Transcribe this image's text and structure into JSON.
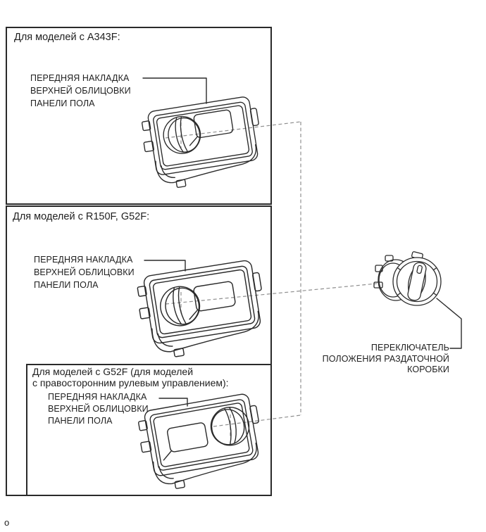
{
  "page": {
    "background_color": "#ffffff",
    "line_color": "#2a2a2a",
    "dash_color": "#8f8f8f",
    "text_color": "#1f1f1f",
    "footer_char": "o"
  },
  "boxes": [
    {
      "title_lines": [
        "Для моделей с A343F:"
      ],
      "part_label_lines": [
        "ПЕРЕДНЯЯ НАКЛАДКА",
        "ВЕРХНЕЙ ОБЛИЦОВКИ",
        "ПАНЕЛИ ПОЛА"
      ]
    },
    {
      "title_lines": [
        "Для моделей с R150F, G52F:"
      ],
      "part_label_lines": [
        "ПЕРЕДНЯЯ НАКЛАДКА",
        "ВЕРХНЕЙ ОБЛИЦОВКИ",
        "ПАНЕЛИ ПОЛА"
      ]
    },
    {
      "title_lines": [
        "Для моделей с G52F (для моделей",
        "с правосторонним рулевым управлением):"
      ],
      "part_label_lines": [
        "ПЕРЕДНЯЯ НАКЛАДКА",
        "ВЕРХНЕЙ ОБЛИЦОВКИ",
        "ПАНЕЛИ ПОЛА"
      ]
    }
  ],
  "switch_callout_lines": [
    "ПЕРЕКЛЮЧАТЕЛЬ",
    "ПОЛОЖЕНИЯ РАЗДАТОЧНОЙ",
    "КОРОБКИ"
  ]
}
